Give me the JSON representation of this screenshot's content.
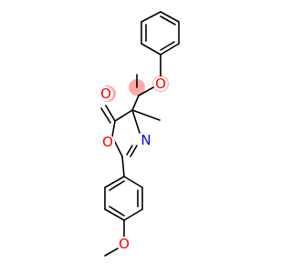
{
  "molecule": {
    "atoms": {
      "carbonyl_oxygen_ester": {
        "symbol": "O",
        "color": "#ff0000",
        "highlighted": true
      },
      "ring_oxygen": {
        "symbol": "O",
        "color": "#ff0000",
        "highlighted": false
      },
      "ring_nitrogen": {
        "symbol": "N",
        "color": "#0000ff",
        "highlighted": false
      },
      "lactone_carbonyl_oxygen": {
        "symbol": "O",
        "color": "#ff0000",
        "highlighted": false
      },
      "methoxy_oxygen": {
        "symbol": "O",
        "color": "#ff0000",
        "highlighted": false
      }
    },
    "highlight_color": "#ff9a9a"
  }
}
